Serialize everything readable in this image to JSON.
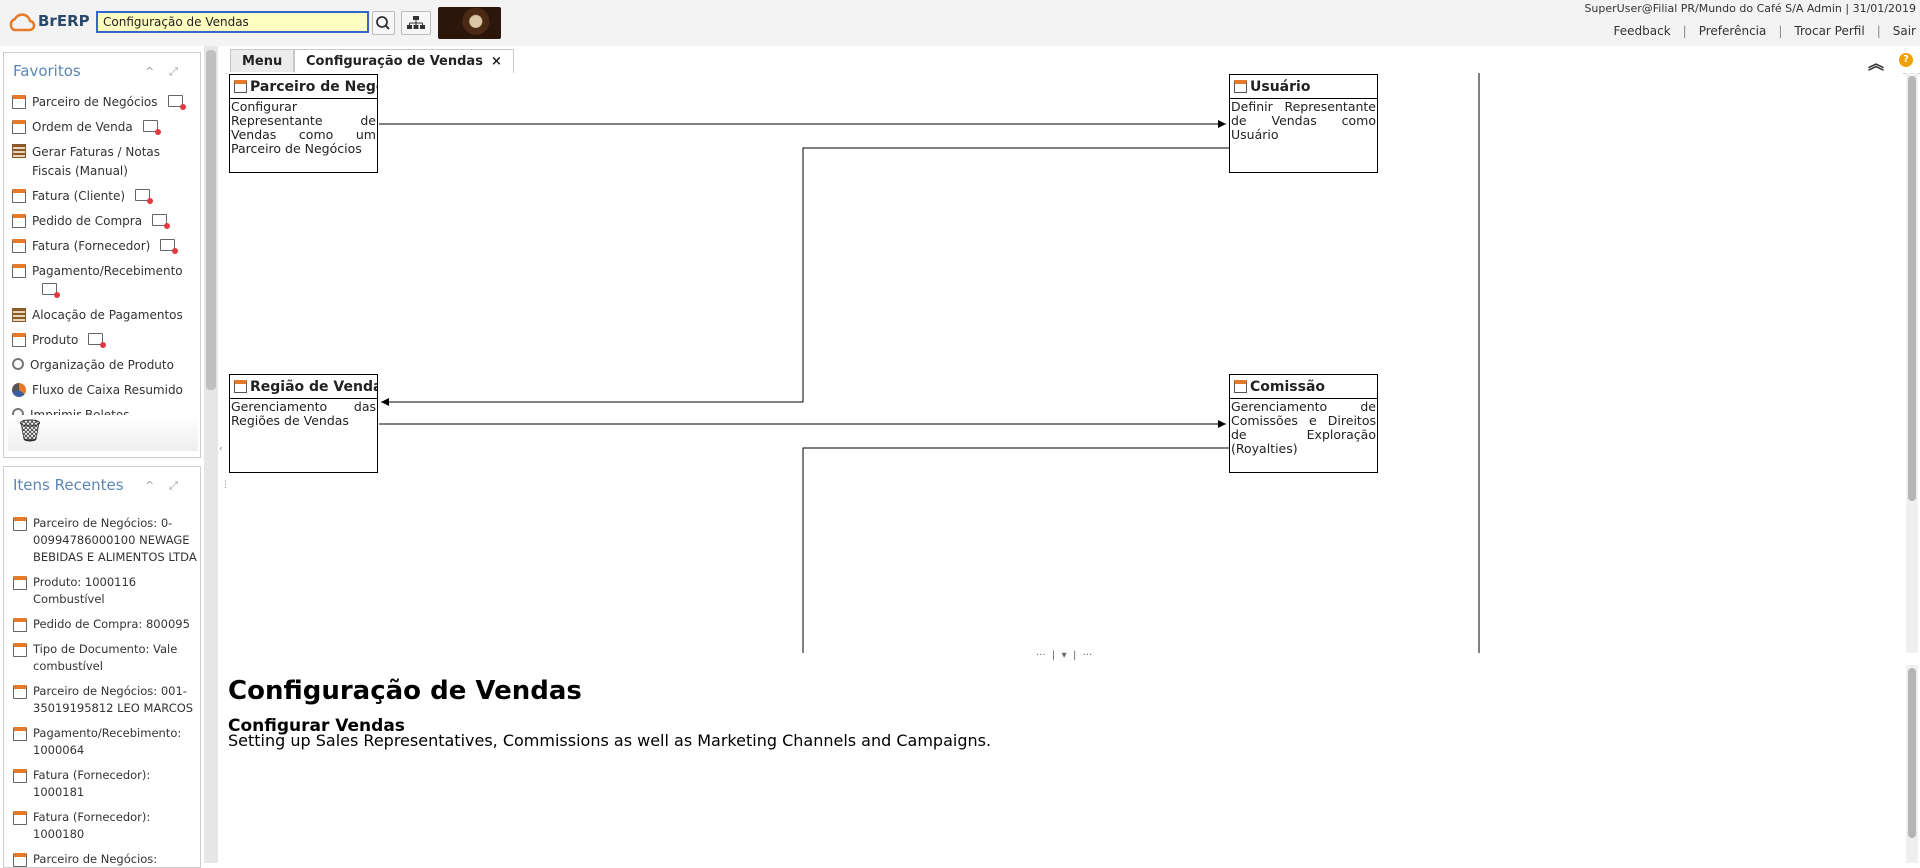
{
  "header": {
    "logo_text": "BrERP",
    "search_value": "Configuração de Vendas",
    "user_info": "SuperUser@Filial PR/Mundo do Café S/A Admin | 31/01/2019",
    "links": [
      "Feedback",
      "Preferência",
      "Trocar Perfil",
      "Sair"
    ]
  },
  "favorites": {
    "title": "Favoritos",
    "items": [
      {
        "label": "Parceiro de Negócios",
        "icon": "window-icon",
        "new_window": true
      },
      {
        "label": "Ordem de Venda",
        "icon": "window-icon",
        "new_window": true
      },
      {
        "label": "Gerar Faturas / Notas Fiscais (Manual)",
        "icon": "report-icon",
        "new_window": false
      },
      {
        "label": "Fatura (Cliente)",
        "icon": "window-icon",
        "new_window": true
      },
      {
        "label": "Pedido de Compra",
        "icon": "window-icon",
        "new_window": true
      },
      {
        "label": "Fatura (Fornecedor)",
        "icon": "window-icon",
        "new_window": true
      },
      {
        "label": "Pagamento/Recebimento",
        "icon": "window-icon",
        "new_window": true
      },
      {
        "label": "Alocação de Pagamentos",
        "icon": "report-icon",
        "new_window": false
      },
      {
        "label": "Produto",
        "icon": "window-icon",
        "new_window": true
      },
      {
        "label": "Organização de Produto",
        "icon": "process-icon",
        "new_window": false
      },
      {
        "label": "Fluxo de Caixa Resumido",
        "icon": "chart-icon",
        "new_window": false
      },
      {
        "label": "Imprimir Boletos",
        "icon": "process-icon",
        "new_window": false
      }
    ]
  },
  "recent": {
    "title": "Itens Recentes",
    "items": [
      "Parceiro de Negócios: 0-00994786000100 NEWAGE BEBIDAS E ALIMENTOS LTDA",
      "Produto: 1000116 Combustível",
      "Pedido de Compra: 800095",
      "Tipo de Documento: Vale combustível",
      "Parceiro de Negócios: 001-35019195812 LEO MARCOS",
      "Pagamento/Recebimento: 1000064",
      "Fatura (Fornecedor): 1000181",
      "Fatura (Fornecedor): 1000180",
      "Parceiro de Negócios:"
    ]
  },
  "tabs": {
    "menu": "Menu",
    "active": "Configuração de Vendas",
    "close": "×"
  },
  "workflow": {
    "nodes": [
      {
        "title": "Parceiro de Negócios",
        "text": "Configurar Representante de Vendas como um Parceiro de Negócios"
      },
      {
        "title": "Usuário",
        "text": "Definir Representante de Vendas como Usuário"
      },
      {
        "title": "Região de Vendas",
        "text": "Gerenciamento das Regiões de Vendas"
      },
      {
        "title": "Comissão",
        "text": "Gerenciamento de Comissões e Direitos de Exploração (Royalties)"
      }
    ]
  },
  "help": {
    "title": "Configuração de Vendas",
    "subtitle": "Configurar Vendas",
    "description": "Setting up Sales Representatives, Commissions as well as Marketing Channels and Campaigns."
  },
  "colors": {
    "accent": "#e57b2a",
    "panel_title": "#5b86b6",
    "search_bg": "#fffec0",
    "search_border": "#3366cc"
  }
}
